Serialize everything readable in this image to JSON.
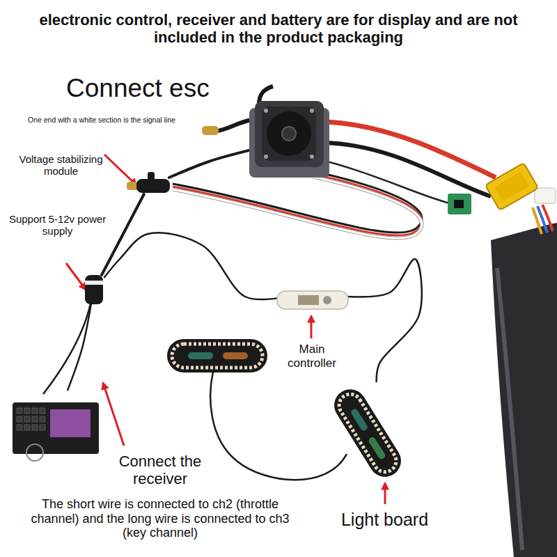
{
  "diagram": {
    "title": "electronic control, receiver and battery are for display and are not included in the product packaging",
    "nodes": [
      {
        "text": [
          "Connect esc",
          "One end with a white section is the signal line"
        ]
      },
      {
        "text": [
          "Voltage stabilizing module"
        ]
      },
      {
        "text": [
          "Support 5-12v power supply"
        ]
      },
      {
        "text": [
          "Main controller"
        ]
      },
      {
        "text": [
          "Connect the receiver",
          "The short wire is connected to ch2 (throttle channel) and the long wire is connected to ch3 (key channel)"
        ]
      },
      {
        "text": [
          "Light board"
        ]
      }
    ],
    "edges": [
      {
        "from": 1,
        "to": 0,
        "arrow": "none"
      },
      {
        "from": 1,
        "to": 2,
        "arrow": "none"
      },
      {
        "from": 2,
        "to": 4,
        "arrow": "none"
      },
      {
        "from": 2,
        "to": 3,
        "arrow": "none"
      },
      {
        "from": 3,
        "to": 5,
        "arrow": "none"
      }
    ]
  }
}
